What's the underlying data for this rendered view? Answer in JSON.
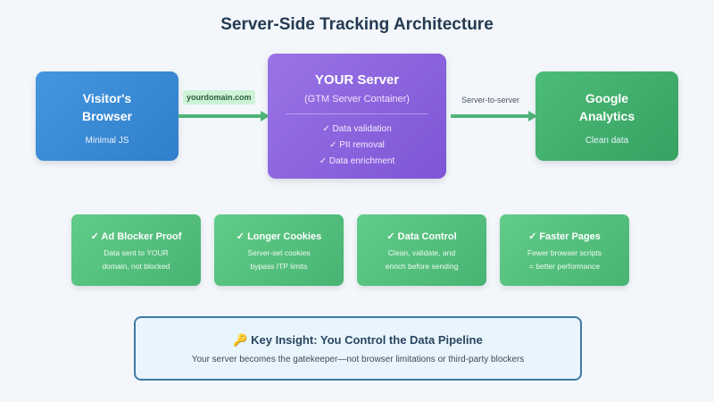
{
  "title": "Server-Side Tracking Architecture",
  "flow": {
    "browser": {
      "title_line1": "Visitor's",
      "title_line2": "Browser",
      "subtitle": "Minimal JS",
      "color": "#3a8ad6"
    },
    "arrow1_label": "yourdomain.com",
    "server": {
      "title": "YOUR Server",
      "subtitle": "(GTM Server Container)",
      "features": [
        "✓ Data validation",
        "✓ PII removal",
        "✓ Data enrichment"
      ],
      "color": "#8b63de"
    },
    "arrow2_label": "Server-to-server",
    "analytics": {
      "title_line1": "Google",
      "title_line2": "Analytics",
      "subtitle": "Clean data",
      "color": "#40ae6c"
    }
  },
  "benefits": [
    {
      "title": "✓ Ad Blocker Proof",
      "line1": "Data sent to YOUR",
      "line2": "domain, not blocked"
    },
    {
      "title": "✓ Longer Cookies",
      "line1": "Server-set cookies",
      "line2": "bypass ITP limits"
    },
    {
      "title": "✓ Data Control",
      "line1": "Clean, validate, and",
      "line2": "enrich before sending"
    },
    {
      "title": "✓ Faster Pages",
      "line1": "Fewer browser scripts",
      "line2": "= better performance"
    }
  ],
  "insight": {
    "icon": "🔑",
    "title": "Key Insight: You Control the Data Pipeline",
    "text": "Your server becomes the gatekeeper—not browser limitations or third-party blockers"
  }
}
